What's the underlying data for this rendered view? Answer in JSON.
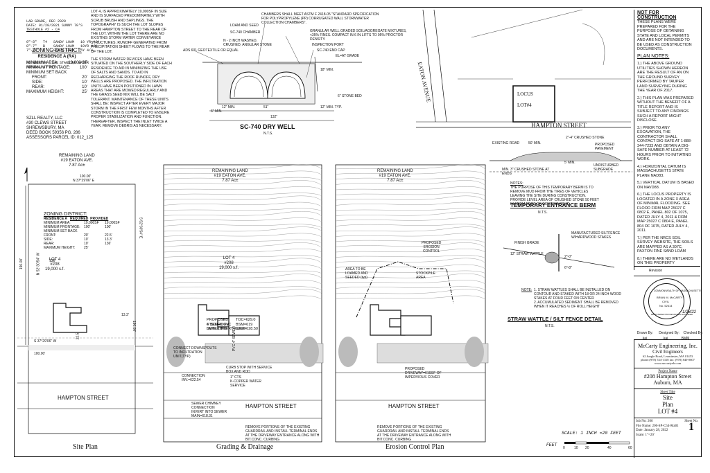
{
  "soil_log": [
    "LAB GRADE, DEC 2020",
    "DATE: 01/20/2021 SUNNY 70'S",
    "TESTHOLE #2 - C4",
    "0\"-8\"   T4   SANDY LOAM   10 YR 4/4",
    "8\"-7\"   B    SANDY LOAM   10YR 4/6",
    "7\"-30\"  C    SANDY LOAM   5Y 4/4",
    "NO WEEPING , NO STANDING WATER",
    "REFUSAL AT 30\""
  ],
  "zoning_top": {
    "title": "ZONING DISTRICT:",
    "district": "RESIDENCE A    (RA)",
    "rows": [
      [
        "MINIMUM AREA:",
        "19,000 SF"
      ],
      [
        "MINIMUM FRONTAGE:",
        "100'"
      ],
      [
        "MINIMUM SET BACK",
        ""
      ],
      [
        "FRONT:",
        "20'"
      ],
      [
        "SIDE:",
        "10'"
      ],
      [
        "REAR:",
        "10'"
      ],
      [
        "MAXIMUM HEIGHT:",
        "25'"
      ]
    ]
  },
  "owner": [
    "SZLL REALTY, LLC",
    "#30 CLEWS STREET",
    "SHREWSBURY, MA",
    "DEED BOOK 59356 PG. 286",
    "ASSESSORS PARCEL ID:  012_125"
  ],
  "lot_note": "LOT 4, IS APPROXIMATELY 19,000SF IN SIZE AND IS SURFACED PREDOMINATELY WITH SCRUB BRUSH AND SAPLINGS. THE TOPOGRAPHY IS SUCH THE LOT SLOPES FROM HAMPTON STREET TO THE REAR OF THE LOT. WITHIN THE LOT THERE ARE NO EXISTING STORM WATER CONVEYANCE STRUCTURES. RUNOFF GENERATED FROM PRECIPITATION SHEET FLOWS TO THE REAR OF THE LOT.",
  "storm_note": "THE STORM WATER DEVICES HAVE BEEN SITUATED ON THE SOUTHERLY SIDE OF EACH RESIDENCE TO AID IN MINIMIZING THE USE OF SALTS AND SANDS. TO AID IN RECHARGING THE ROOF RUNOFF, DRY WELLS ARE PROPOSED. THE INFILTRATION UNITS HAVE BEEN POSITIONED IN LAWN AREAS THAT ARE MOWED REGULARLY AND THE GRASS SEED MIX WILL BE SALT TOLERANT. MAINTENANCE OF THESE UNITS SHALL BE: INSPECT AFTER EVERY MAJOR STORM IN THE FIRST FEW MONTHS AFTER CONSTRUCTION IS COMPLETED TO ENSURE PROPER STABILIZATION AND FUNCTION. THEREAFTER, INSPECT THE INLET TWICE A YEAR. REMOVE DEBRIS AS NECESSARY.",
  "drywell": {
    "title": "SC-740 DRY WELL",
    "nts": "N.T.S.",
    "labels": [
      "CHAMBERS SHALL MEET ASTM F 2418-05 \"STANDARD SPECIFICATION FOR POLYPROPYLENE (PP) CORRUGATED WALL STORMWATER COLLECTION CHAMBERS\".",
      "LOAM AND SEED",
      "SC-740 CHAMBER",
      "GRANULAR WELL GRADED SOIL/AGGREGATE MIXTURES, <35% FINES. COMPACT IN 6 IN LIFTS TO 95% PROCTOR DENSITY.",
      "INSPECTION PORT",
      "SC-740 END CAP",
      "N - 2 INCH WASHED, CRUSHED, ANGULAR STONE",
      "ADS 601 GEOTEXTILE OR EQUAL",
      "EL=AT GRADE",
      "6\" STONE BED",
      "12\" MIN. TYP.",
      "51\"",
      "12\" MIN.",
      "6\" MIN.",
      "132\"",
      "18\" MIN."
    ]
  },
  "site_plan": {
    "title": "Site Plan",
    "remaining_land": [
      "REMAINING LAND",
      "#19 EATON AVE.",
      "7.87 Ac±"
    ],
    "bearing_top": "N 37°29'06\" E",
    "bearing_bottom": "S 37°29'06\" W",
    "dist_top": "100.00'",
    "dist_bottom": "100.00'",
    "dist_left": "190.00'",
    "dist_right": "190.00'",
    "bearing_left": "N 52°30'54\" W",
    "bearing_right": "S 52°30'54\" E",
    "lot": [
      "LOT 4",
      "#208",
      "19,000 s.f."
    ],
    "street": "HAMPTON STREET",
    "zoning": {
      "title": "ZONING DISTRICT:",
      "district": "RESIDENCE A",
      "col_required": "REQUIRED",
      "col_provided": "PROVIDED",
      "rows": [
        [
          "MINIMUM AREA:",
          "19,000SF",
          "19,000SF"
        ],
        [
          "MINIMUM FRONTAGE:",
          "100'",
          "100'"
        ],
        [
          "MINIMUM SET BACK",
          "",
          ""
        ],
        [
          "FRONT:",
          "20'",
          "22.5'"
        ],
        [
          "SIDE:",
          "10'",
          "13.3'"
        ],
        [
          "REAR:",
          "10'",
          "136'"
        ],
        [
          "MAXIMUM HEIGHT:",
          "25'",
          ""
        ]
      ]
    },
    "dims": [
      "13.3'",
      "22.5'",
      "136'"
    ]
  },
  "grading": {
    "title": "Grading & Drainage",
    "remaining_land": [
      "REMAINING LAND",
      "#19 EATON AVE.",
      "7.87 Ac±"
    ],
    "lot": [
      "LOT 4",
      "#208",
      "19,000 s.f."
    ],
    "dwelling": [
      "PROPOSED",
      "4 BEDROOM",
      "DWELLING"
    ],
    "elevations": [
      "TOC=629.0",
      "BSM=619",
      "GAR=628.50"
    ],
    "pipe": [
      "6\" SDR-40 PVC",
      "SEWER INVERT=623.30"
    ],
    "connect": [
      "CONNECT DOWNSPOUTS",
      "TO INFILTRATION",
      "UNIT(TYP)"
    ],
    "sewer_lat": "PVC 4\" SEWER",
    "curb": [
      "CURB STOP WITH SERVICE",
      "BOX AND ROD"
    ],
    "water": [
      "1\" CTS",
      "K-COPPER WATER",
      "SERVICE"
    ],
    "water_conn": [
      "CONNECTION",
      "INV.=622.54"
    ],
    "sewer_chimney": [
      "SEWER CHIMNEY",
      "CONNECTION",
      "INVERT INTO SEWER",
      "MAIN=618.31"
    ],
    "street": "HAMPTON STREET",
    "guardrail": "REMOVE PORTIONS OF THE EXISTING GUARDRAIL AND INSTALL TERMINAL ENDS AT THE DRIVEWAY ENTRANCE ALONG WITH BIT.CONC. CURBING"
  },
  "erosion": {
    "title": "Erosion Control Plan",
    "remaining_land": [
      "REMAINING LAND",
      "#19 EATON AVE.",
      "7.87 Ac±"
    ],
    "control": [
      "PROPOSED",
      "EROSION",
      "CONTROL"
    ],
    "area": [
      "AREA TO BE",
      "LOAMED AND",
      "SEEDED (typ)"
    ],
    "stockpile": [
      "STOCKPILE",
      "AREA"
    ],
    "driveway": [
      "PROPOSED",
      "DRIVEWAY=61SSF OF",
      "IMPERVIOUS COVER"
    ],
    "street": "HAMPTON STREET",
    "guardrail": "REMOVE PORTIONS OF THE EXISTING GUARDRAIL AND INSTALL TERMINAL ENDS AT THE DRIVEWAY ENTRANCE ALONG WITH BIT.CONC. CURBING"
  },
  "locus": {
    "street": "HAMPTON STREET",
    "avenue": "EATON AVENUE",
    "locus": "LOCUS",
    "lot": "LOT#4"
  },
  "berm": {
    "title": "TEMPORARY ENTRANCE BERM",
    "nts": "N.T.S.",
    "labels": [
      "EXISTING ROAD",
      "2\"-4\" CRUSHED STONE",
      "50' MIN.",
      "PROPOSED PAVEMENT",
      "MIN. 3\" CRUSHED STONE AT ENDS",
      "UNDISTURBED SUBGRADE",
      "5' MIN."
    ],
    "notes_head": "NOTES:",
    "notes": "THE PURPOSE OF THIS TEMPORARY BERM IS TO REMOVE MUD FROM THE TIRES OF VEHICLES LEAVING THE SITE DURING CONSTRUCTION. PROVIDE LEVEL AREA OF CRUSHED STONE 50 FEET IN FROM EDGE OF EXISTING ROAD."
  },
  "wattle": {
    "title": "STRAW WATTLE / SILT FENCE DETAIL",
    "nts": "N.T.S.",
    "labels": [
      "MANUFACTURED SILTFENCE W/HARDWOOD STAKES",
      "FINISH GRADE",
      "12\" STRAW WATTLE",
      "2\"-0\"",
      "6\"-8\""
    ],
    "note_head": "NOTE:",
    "notes": [
      "1.  STRAW WATTLES SHALL BE INSTALLED ON CONTOUR AND STAKED WITH 18 OR 24 INCH WOOD STAKES AT FOUR FEET ON CENTER",
      "2.  ACCUMULATED SEDIMENT SHALL BE REMOVED WHEN IT REACHES ½ OF ROLL HEIGHT"
    ]
  },
  "scale": {
    "label": "SCALE: 1 INCH =20 FEET",
    "feet": "FEET",
    "ticks": [
      "0",
      "10",
      "20",
      "40",
      "60"
    ]
  },
  "notes_panel": {
    "header": "NOT FOR CONSTRUCTION",
    "disclaimer": "THESE PLANS WERE PREPARED FOR THE PURPOSE OF OBTAINING STATE AND LOCAL PERMITS AND ARE NOT INTENDED TO BE USED AS CONSTRUCTION DOCUMENTS.",
    "plan_notes_title": "PLAN NOTES:",
    "items": [
      "1.) THE ABOVE GROUND UTILITIES SHOWN HEREON ARE THE RESULT OF AN ON THE GROUND SURVEY PERFORMED BY TAUPER LAND SURVEYING DURING THE YEAR OF 2017.",
      "2.) THIS PLAN WAS PREPARED WITHOUT THE BENEFIT OF A TITLE REPORT AND IS SUBJECT TO ANY FINDINGS SUCH A REPORT MIGHT DISCLOSE.",
      "3.) PRIOR TO ANY EXCAVATION, THE CONTRACTOR SHALL CONTACT DIG-SAFE AT 1-888-344-7233 AND OBTAIN A DIG-SAFE NUMBER AT LEAST 72 HOURS PRIOR TO INITIATING WORK.",
      "4.) HORIZONTAL DATUM IS MASSACHUSETTS STATE PLANE NAD83.",
      "5.) VERTICAL DATUM IS BASED ON NAVD88.",
      "6.) THE LOCUS PROPERTY IS LOCATED IN A ZONE X AREA OF MINIMAL FLOODING. SEE FLOOD FIRM MAP 25027 C 0802 E, PANEL 802 OF 1075, DATED JULY 4, 2011 & FIRM MAP 25027 C 0804 E, PANEL 804 OF 1075, DATED JULY 4, 2011.",
      "7.) PER THE NRCS SOIL SURVEY WEBSITE, THE SOILS ARE MAPPED AS A 307C, PAXTON FINE SAND LOAM",
      "8.) THERE ARE NO WETLANDS ON THIS PROPERTY"
    ],
    "revision": "Revision"
  },
  "stamp": {
    "ring": "COMMONWEALTH OF MASSACHUSETTS",
    "name": "BRIAN M. McCARTY",
    "civil": "CIVIL",
    "no": "No. 52614",
    "reg": "REGISTERED PROFESSIONAL ENGINEER",
    "date": "1/28/22"
  },
  "drawn": {
    "drawn_by": "Drawn By:",
    "designed_by": "Designed By:",
    "checked_by": "Checked By:",
    "drawn_val": "kaj",
    "designed_val": "kaj",
    "checked_val": "BMM"
  },
  "company": {
    "name": "McCarty Engineering, Inc.",
    "sub": "Civil Engineers",
    "addr": "62 Jungle Road, Leominster, MA 01453",
    "phone": "phone:(978) 534-1318 fax: (978) 840-0607",
    "web": "www.mccartyeb.com"
  },
  "project": {
    "label": "Project Name",
    "name": "#208 Hampton Street",
    "town": "Auburn, MA"
  },
  "sheet_title": {
    "label": "Sheet Title",
    "lines": [
      "Site",
      "Plan",
      "LOT #4"
    ]
  },
  "job": {
    "job_no": "Job No: 206",
    "file_name": "File Name: 206-SP-C54-Ma01",
    "date": "Date: January 28, 2022",
    "scale": "Scale: 1\"=20'",
    "sheet_no_label": "Sheet No.",
    "sheet_no": "1"
  }
}
